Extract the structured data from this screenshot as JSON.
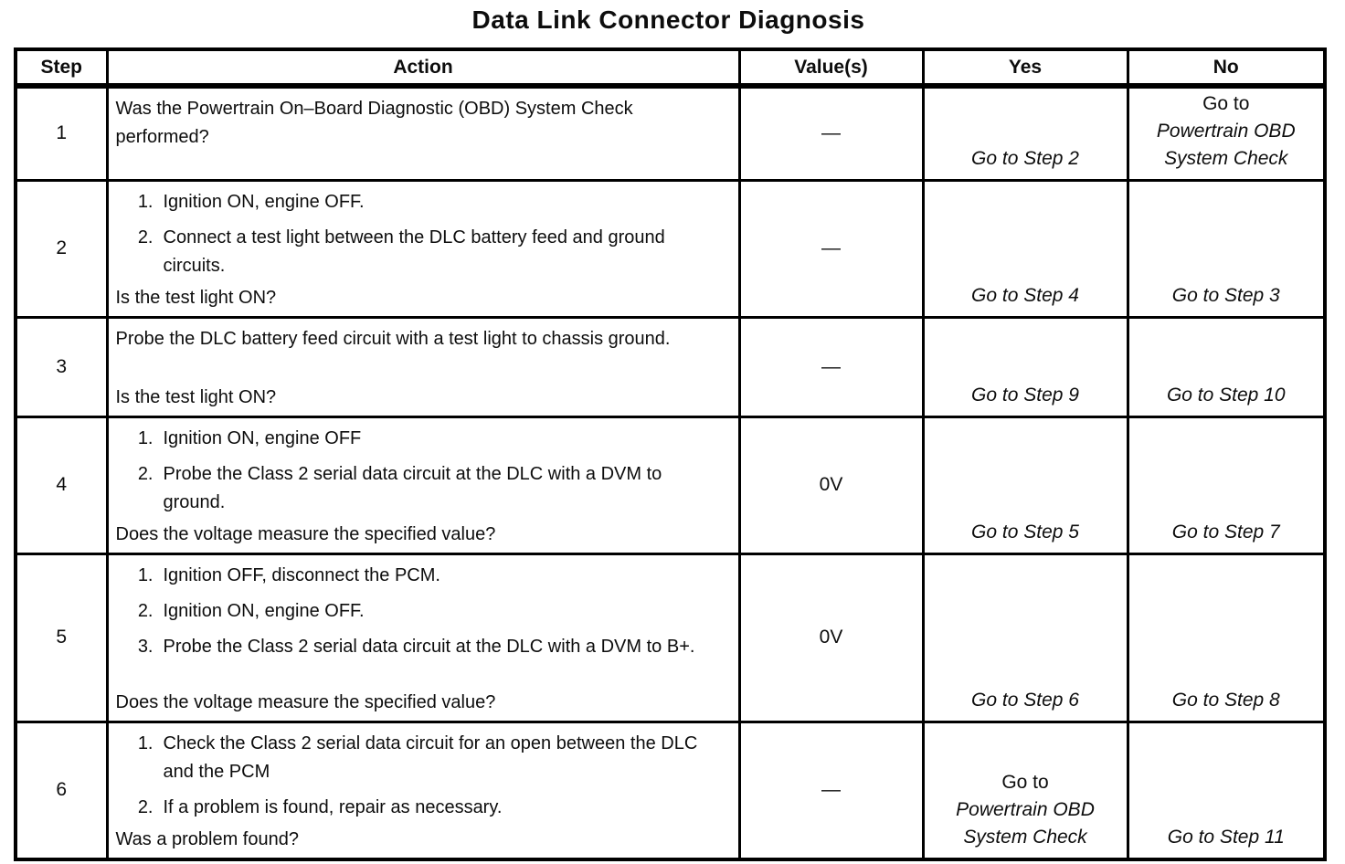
{
  "title": "Data Link Connector Diagnosis",
  "headers": [
    "Step",
    "Action",
    "Value(s)",
    "Yes",
    "No"
  ],
  "rows": [
    {
      "step": "1",
      "action": {
        "text": "Was the Powertrain On–Board Diagnostic (OBD) System Check performed?"
      },
      "value": "—",
      "yes": {
        "goto": "Go to Step 2"
      },
      "no": {
        "plain": "Go to",
        "ref1": "Powertrain OBD",
        "ref2": "System Check"
      }
    },
    {
      "step": "2",
      "action": {
        "items": [
          {
            "num": "1.",
            "text": "Ignition ON, engine OFF."
          },
          {
            "num": "2.",
            "text": "Connect a test light between the DLC battery feed and ground circuits."
          }
        ],
        "question": "Is the test light ON?"
      },
      "value": "—",
      "yes": {
        "goto": "Go to Step 4"
      },
      "no": {
        "goto": "Go to Step 3"
      }
    },
    {
      "step": "3",
      "action": {
        "text": "Probe the DLC battery feed circuit with a test light to chassis ground.",
        "question": "Is the test light ON?"
      },
      "value": "—",
      "yes": {
        "goto": "Go to Step 9"
      },
      "no": {
        "goto": "Go to Step 10"
      }
    },
    {
      "step": "4",
      "action": {
        "items": [
          {
            "num": "1.",
            "text": "Ignition ON, engine OFF"
          },
          {
            "num": "2.",
            "text": "Probe the Class 2 serial data circuit at the DLC with a DVM to ground."
          }
        ],
        "question": "Does the voltage measure the specified value?"
      },
      "value": "0V",
      "yes": {
        "goto": "Go to Step 5"
      },
      "no": {
        "goto": "Go to Step 7"
      }
    },
    {
      "step": "5",
      "action": {
        "items": [
          {
            "num": "1.",
            "text": "Ignition OFF, disconnect the PCM."
          },
          {
            "num": "2.",
            "text": "Ignition ON, engine OFF."
          },
          {
            "num": "3.",
            "text": "Probe the Class 2 serial data circuit at the DLC with a DVM to B+."
          }
        ],
        "question": "Does the voltage measure the specified value?"
      },
      "value": "0V",
      "yes": {
        "goto": "Go to Step 6"
      },
      "no": {
        "goto": "Go to Step 8"
      }
    },
    {
      "step": "6",
      "action": {
        "items": [
          {
            "num": "1.",
            "text": "Check the Class 2 serial data circuit for an open between the DLC and the PCM"
          },
          {
            "num": "2.",
            "text": "If a problem is found, repair as necessary."
          }
        ],
        "question": "Was a problem found?"
      },
      "value": "—",
      "yes": {
        "plain": "Go to",
        "ref1": "Powertrain OBD",
        "ref2": "System Check"
      },
      "no": {
        "goto": "Go to Step 11"
      }
    }
  ]
}
